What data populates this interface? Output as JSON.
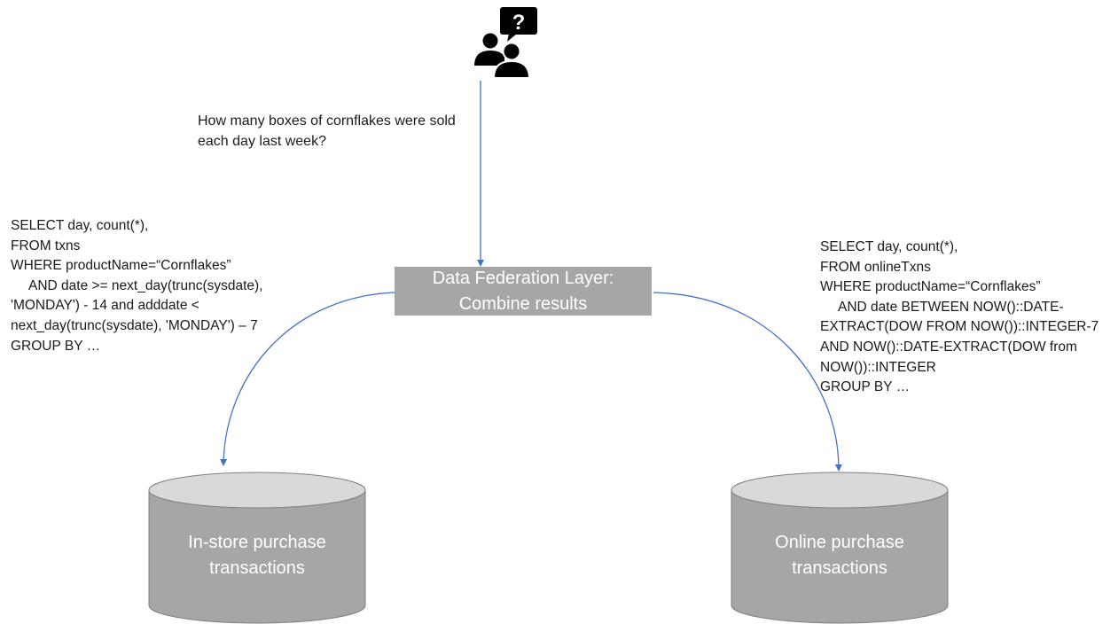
{
  "question": {
    "line1": "How many boxes of cornflakes were sold",
    "line2": "each day last week?"
  },
  "federation_layer": {
    "line1": "Data Federation Layer:",
    "line2": "Combine results"
  },
  "left_query": {
    "lines": [
      "SELECT day, count(*),",
      "FROM txns",
      "WHERE productName=“Cornflakes”",
      "AND date >= next_day(trunc(sysdate),",
      "'MONDAY') - 14 and adddate <",
      "next_day(trunc(sysdate), 'MONDAY') – 7",
      "GROUP BY …"
    ]
  },
  "right_query": {
    "lines": [
      "SELECT day, count(*),",
      "FROM onlineTxns",
      "WHERE productName=“Cornflakes”",
      "AND date BETWEEN NOW()::DATE-",
      "EXTRACT(DOW FROM NOW())::INTEGER-7",
      "AND NOW()::DATE-EXTRACT(DOW from",
      "NOW())::INTEGER",
      "GROUP BY …"
    ]
  },
  "databases": {
    "left": {
      "line1": "In-store purchase",
      "line2": "transactions"
    },
    "right": {
      "line1": "Online purchase",
      "line2": "transactions"
    }
  },
  "icons": {
    "user": "users-question-icon"
  },
  "colors": {
    "arrow": "#4472c4",
    "box_fill": "#a6a6a6",
    "cylinder_fill": "#a6a6a6",
    "cylinder_top": "#d9d9d9",
    "icon": "#000000"
  }
}
